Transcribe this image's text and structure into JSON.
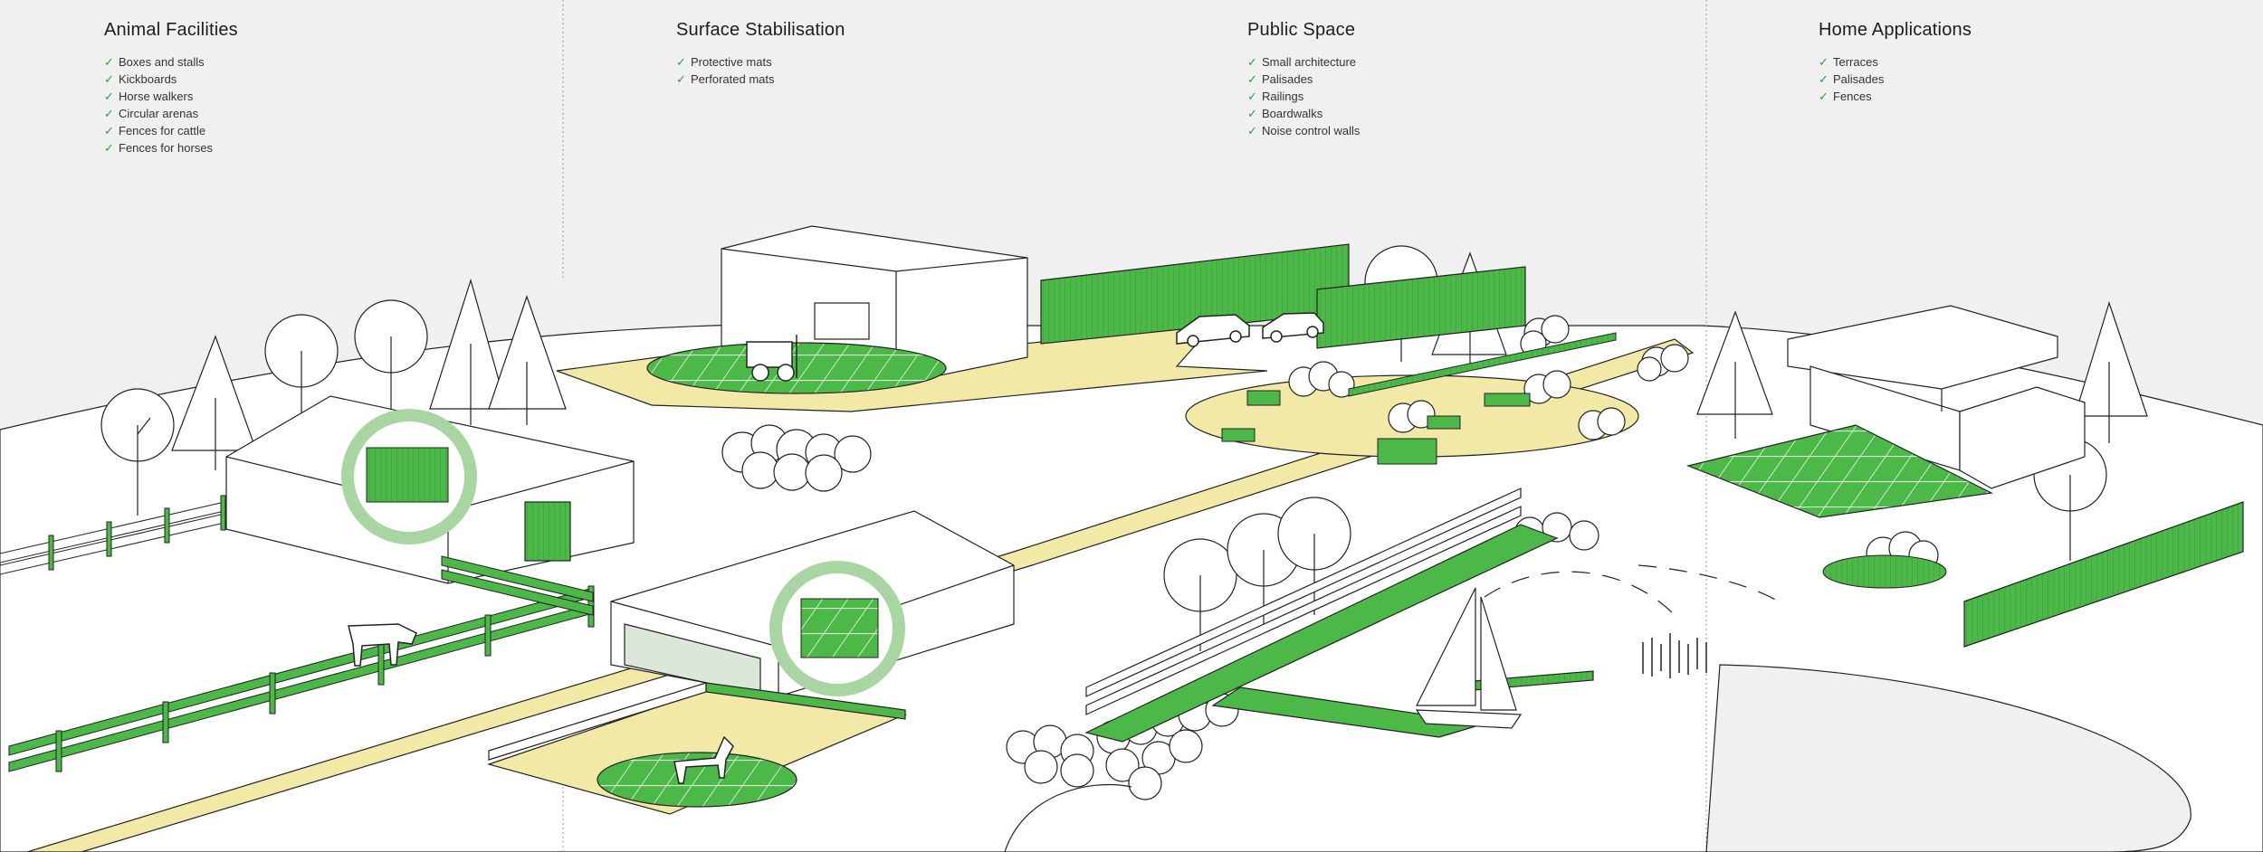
{
  "categories": [
    {
      "title": "Animal Facilities",
      "items": [
        "Boxes and stalls",
        "Kickboards",
        "Horse walkers",
        "Circular arenas",
        "Fences for cattle",
        "Fences for horses"
      ]
    },
    {
      "title": "Surface Stabilisation",
      "items": [
        "Protective mats",
        "Perforated mats"
      ]
    },
    {
      "title": "Public Space",
      "items": [
        "Small architecture",
        "Palisades",
        "Railings",
        "Boardwalks",
        "Noise control walls"
      ]
    },
    {
      "title": "Home Applications",
      "items": [
        "Terraces",
        "Palisades",
        "Fences"
      ]
    }
  ],
  "check_icon": "check-icon",
  "colors": {
    "accent_green": "#4cb848",
    "sand": "#f3e9a6",
    "background": "#f0f0f0",
    "ground": "#ffffff",
    "line": "#222222"
  }
}
